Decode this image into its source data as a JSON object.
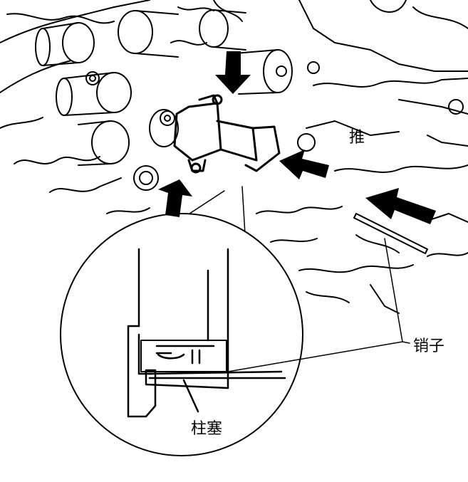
{
  "labels": {
    "push": "推",
    "pin": "销子",
    "plunger": "柱塞"
  },
  "colors": {
    "ink": "#000000",
    "paper": "#ffffff"
  }
}
